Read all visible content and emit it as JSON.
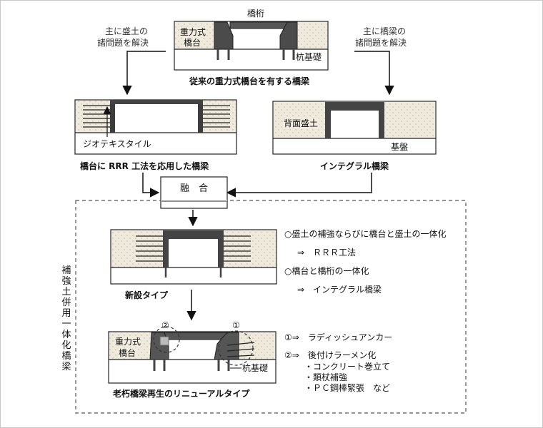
{
  "top": {
    "label_kyoukou": "橋桁",
    "label_juryoku_line1": "重力式",
    "label_juryoku_line2": "橋台",
    "label_kuikiso": "杭基礎",
    "caption": "従来の重力式橋台を有する橋梁",
    "left_note_line1": "主に盛土の",
    "left_note_line2": "諸問題を解決",
    "right_note_line1": "主に橋梁の",
    "right_note_line2": "諸問題を解決"
  },
  "rrr": {
    "label_geo": "ジオテキスタイル",
    "caption": "橋台に RRR 工法を応用した橋梁"
  },
  "integral": {
    "label_haimen": "背面盛土",
    "label_kiban": "基盤",
    "caption": "インテグラル橋梁"
  },
  "fusion": {
    "label": "融　合"
  },
  "dashed_region": {
    "vertical_label": "補強土併用一体化橋梁"
  },
  "new_type": {
    "caption": "新設タイプ",
    "note1": "○盛土の補強ならびに橋台と盛土の一体化",
    "note1_arrow": "⇒　ＲＲＲ工法",
    "note2": "○橋台と橋桁の一体化",
    "note2_arrow": "⇒　インテグラル橋梁"
  },
  "renewal": {
    "label_juryoku_line1": "重力式",
    "label_juryoku_line2": "橋台",
    "label_kuikiso": "杭基礎",
    "marker1": "①",
    "marker2": "②",
    "caption": "老朽橋梁再生のリニューアルタイプ",
    "note1": "①⇒　ラディッシュアンカー",
    "note2": "②⇒　後付けラーメン化",
    "bullets": [
      "・コンクリート巻立て",
      "・類杖補強",
      "・ＰＣ鋼棒緊張　など"
    ]
  }
}
